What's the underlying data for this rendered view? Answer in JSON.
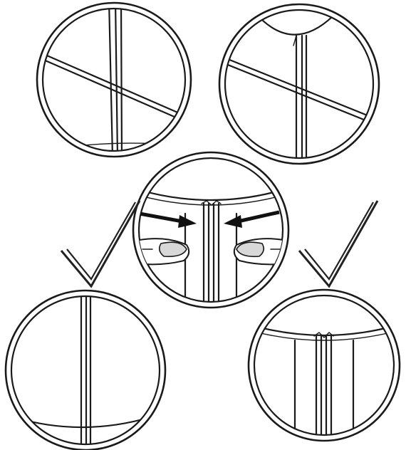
{
  "diagram": {
    "description_visible_text": "",
    "panels": [
      {
        "id": "misaligned-seam-1",
        "status": "incorrect"
      },
      {
        "id": "misaligned-seam-2",
        "status": "incorrect"
      },
      {
        "id": "press-seam-together",
        "status": "instruction"
      },
      {
        "id": "aligned-seam-result",
        "status": "correct"
      },
      {
        "id": "joined-seal-result",
        "status": "correct"
      }
    ],
    "icons": [
      "checkmark-icon",
      "checkmark-icon",
      "arrow-right-icon",
      "arrow-left-icon",
      "thumb-icon",
      "thumb-icon"
    ],
    "colors": {
      "line": "#1a1a1a",
      "background": "#ffffff"
    }
  }
}
